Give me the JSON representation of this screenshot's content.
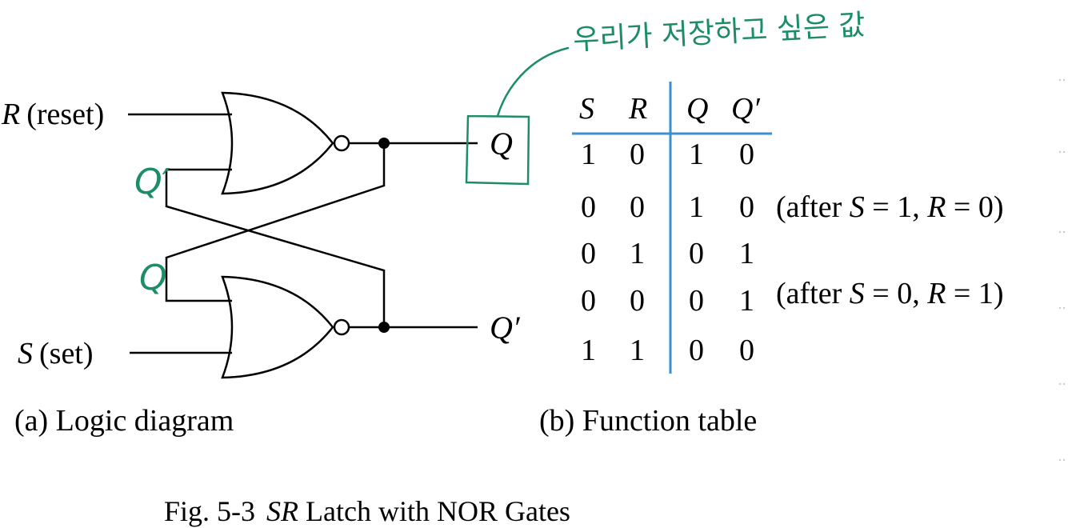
{
  "logic_diagram": {
    "input_r_var": "R",
    "input_r_desc": "(reset)",
    "input_s_var": "S",
    "input_s_desc": "(set)",
    "output_q": "Q",
    "output_q_prime": "Q′",
    "caption": "(a) Logic diagram"
  },
  "annotations": {
    "note": "우리가 저장하고 싶은 값",
    "q_prime_mark": "Q′",
    "q_mark": "Q",
    "ink_color": "#1e8c68"
  },
  "function_table": {
    "headers": [
      "S",
      "R",
      "Q",
      "Q′"
    ],
    "rows": [
      [
        "1",
        "0",
        "1",
        "0"
      ],
      [
        "0",
        "0",
        "1",
        "0"
      ],
      [
        "0",
        "1",
        "0",
        "1"
      ],
      [
        "0",
        "0",
        "0",
        "1"
      ],
      [
        "1",
        "1",
        "0",
        "0"
      ]
    ],
    "notes": [
      {
        "prefix": "(after ",
        "v1": "S",
        "eq1": " = 1, ",
        "v2": "R",
        "eq2": " = 0)"
      },
      {
        "prefix": "(after ",
        "v1": "S",
        "eq1": " = 0, ",
        "v2": "R",
        "eq2": " = 1)"
      }
    ],
    "caption": "(b) Function table",
    "rule_color": "#3a8fd0"
  },
  "figure": {
    "fig_label": "Fig. 5-3",
    "title_var": "SR",
    "title_rest": " Latch with NOR Gates"
  }
}
